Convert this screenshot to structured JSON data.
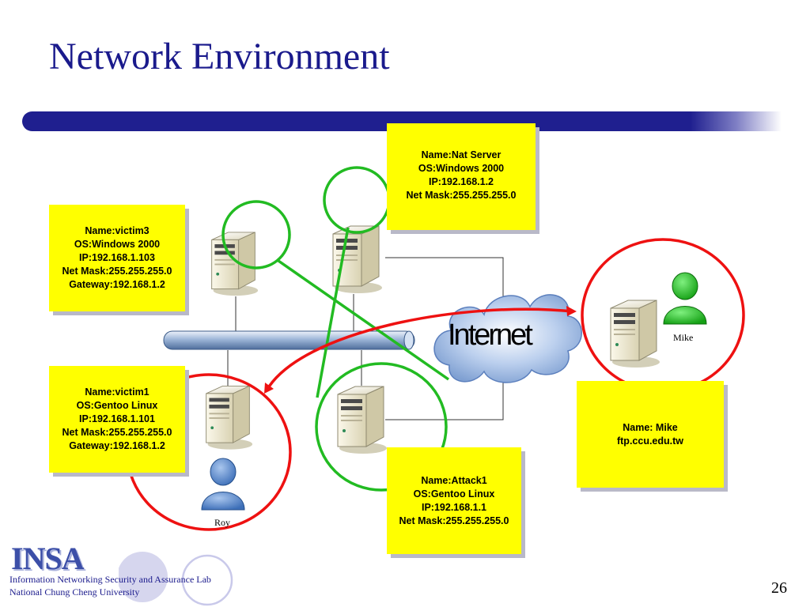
{
  "slide": {
    "title": "Network Environment",
    "page_number": "26"
  },
  "colors": {
    "title": "#1a1a8c",
    "title_bar": "#1f1f8f",
    "info_box": "#ffff00",
    "green_circle": "#22bb22",
    "red_circle": "#ee1111"
  },
  "hosts": {
    "victim3": [
      "Name:victim3",
      "OS:Windows 2000",
      "IP:192.168.1.103",
      "Net Mask:255.255.255.0",
      "Gateway:192.168.1.2"
    ],
    "victim1": [
      "Name:victim1",
      "OS:Gentoo Linux",
      "IP:192.168.1.101",
      "Net Mask:255.255.255.0",
      "Gateway:192.168.1.2"
    ],
    "nat_server": [
      "Name:Nat Server",
      "OS:Windows 2000",
      "IP:192.168.1.2",
      "Net Mask:255.255.255.0"
    ],
    "attack1": [
      "Name:Attack1",
      "OS:Gentoo Linux",
      "IP:192.168.1.1",
      "Net Mask:255.255.255.0"
    ],
    "mike": [
      "Name: Mike",
      "ftp.ccu.edu.tw"
    ]
  },
  "diagram": {
    "cloud_label": "Internet",
    "person_mike": "Mike",
    "person_roy": "Roy",
    "icons": [
      "server-icon",
      "person-icon",
      "cloud-icon",
      "network-bus-icon"
    ]
  },
  "footer": {
    "logo": "INSA",
    "lab": "Information Networking Security and Assurance Lab",
    "university": "National Chung Cheng University"
  }
}
